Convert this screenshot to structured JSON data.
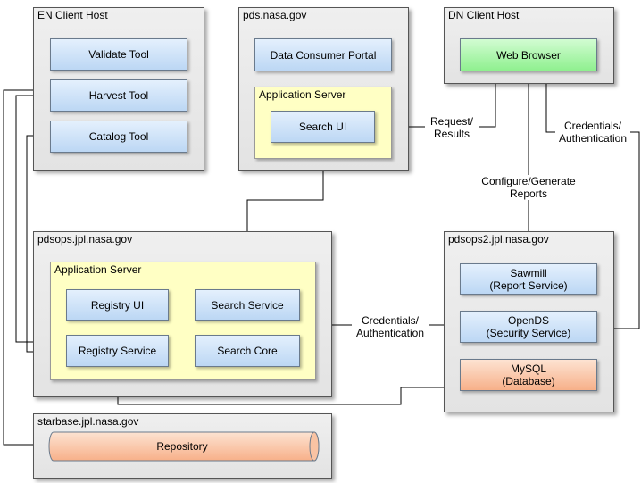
{
  "hosts": {
    "en_client": {
      "label": "EN Client Host",
      "components": {
        "validate": "Validate Tool",
        "harvest": "Harvest Tool",
        "catalog": "Catalog Tool"
      }
    },
    "pds": {
      "label": "pds.nasa.gov",
      "portal": "Data Consumer Portal",
      "app_server": "Application Server",
      "search_ui": "Search UI"
    },
    "dn_client": {
      "label": "DN Client Host",
      "browser": "Web Browser"
    },
    "pdsops": {
      "label": "pdsops.jpl.nasa.gov",
      "app_server": "Application Server",
      "registry_ui": "Registry UI",
      "search_service": "Search Service",
      "registry_service": "Registry Service",
      "search_core": "Search Core"
    },
    "pdsops2": {
      "label": "pdsops2.jpl.nasa.gov",
      "sawmill": {
        "line1": "Sawmill",
        "line2": "(Report Service)"
      },
      "opends": {
        "line1": "OpenDS",
        "line2": "(Security Service)"
      },
      "mysql": {
        "line1": "MySQL",
        "line2": "(Database)"
      }
    },
    "starbase": {
      "label": "starbase.jpl.nasa.gov",
      "repository": "Repository"
    }
  },
  "connectors": {
    "request_results": {
      "line1": "Request/",
      "line2": "Results"
    },
    "configure_reports": {
      "line1": "Configure/Generate",
      "line2": "Reports"
    },
    "credentials_top": {
      "line1": "Credentials/",
      "line2": "Authentication"
    },
    "credentials_mid": {
      "line1": "Credentials/",
      "line2": "Authentication"
    }
  },
  "colors": {
    "component_blue": "#bcd7f4",
    "browser_green": "#8ff08f",
    "database_orange": "#f7b089",
    "app_server_yellow": "#ffffc4",
    "host_gray": "#e8e8e8"
  }
}
